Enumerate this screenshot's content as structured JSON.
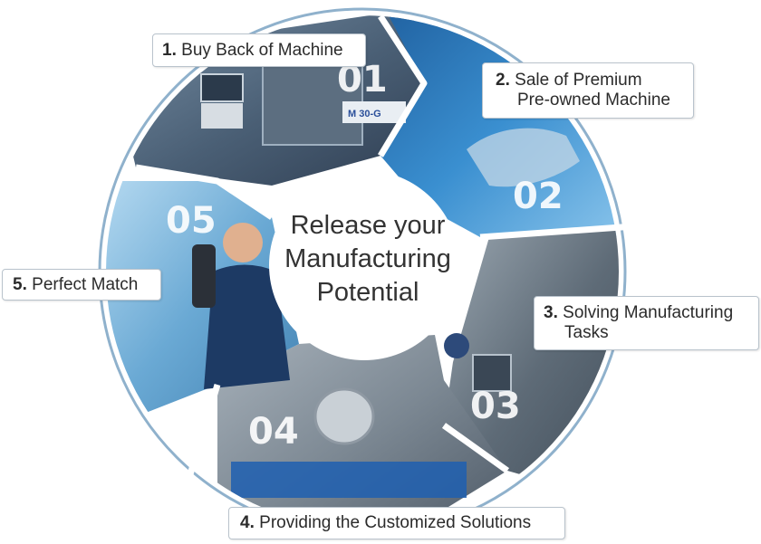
{
  "center": {
    "line1": "Release your",
    "line2": "Manufacturing",
    "line3": "Potential"
  },
  "steps": [
    {
      "num_label": "1.",
      "title": "Buy Back of Machine",
      "segment_number": "01",
      "machine_badge": "M 30-G"
    },
    {
      "num_label": "2.",
      "title_line1": "Sale of Premium",
      "title_line2": "Pre-owned Machine",
      "segment_number": "02"
    },
    {
      "num_label": "3.",
      "title_line1": "Solving Manufacturing",
      "title_line2": "Tasks",
      "segment_number": "03"
    },
    {
      "num_label": "4.",
      "title": "Providing the Customized Solutions",
      "segment_number": "04"
    },
    {
      "num_label": "5.",
      "title": "Perfect Match",
      "segment_number": "05"
    }
  ],
  "colors": {
    "ring": "#8fb1cc",
    "segment1": "#5a7088",
    "segment2": "#2f7fc0",
    "segment3": "#6d7b87",
    "segment4": "#7c8893",
    "segment5": "#6aa9d4",
    "label_border": "#b9c3cc",
    "text": "#2b2b2b"
  }
}
